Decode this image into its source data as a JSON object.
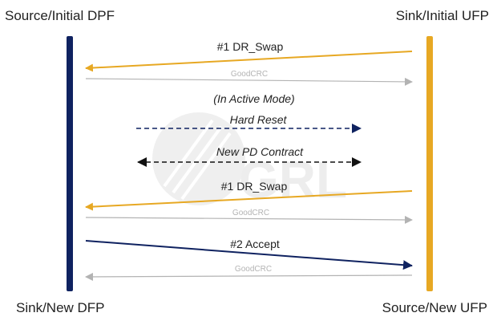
{
  "labels": {
    "top_left": "Source/Initial DPF",
    "top_right": "Sink/Initial UFP",
    "bottom_left": "Sink/New DFP",
    "bottom_right": "Source/New UFP"
  },
  "watermark": {
    "text": "GRL"
  },
  "colors": {
    "navy": "#0f2260",
    "gold": "#e7a823",
    "gray": "#b3b3b3",
    "black": "#111111"
  },
  "messages": {
    "dr_swap_1": "#1 DR_Swap",
    "goodcrc_1": "GoodCRC",
    "active_mode": "(In Active Mode)",
    "hard_reset": "Hard Reset",
    "new_pd_contract": "New PD Contract",
    "dr_swap_2": "#1 DR_Swap",
    "goodcrc_2": "GoodCRC",
    "accept": "#2 Accept",
    "goodcrc_3": "GoodCRC"
  }
}
